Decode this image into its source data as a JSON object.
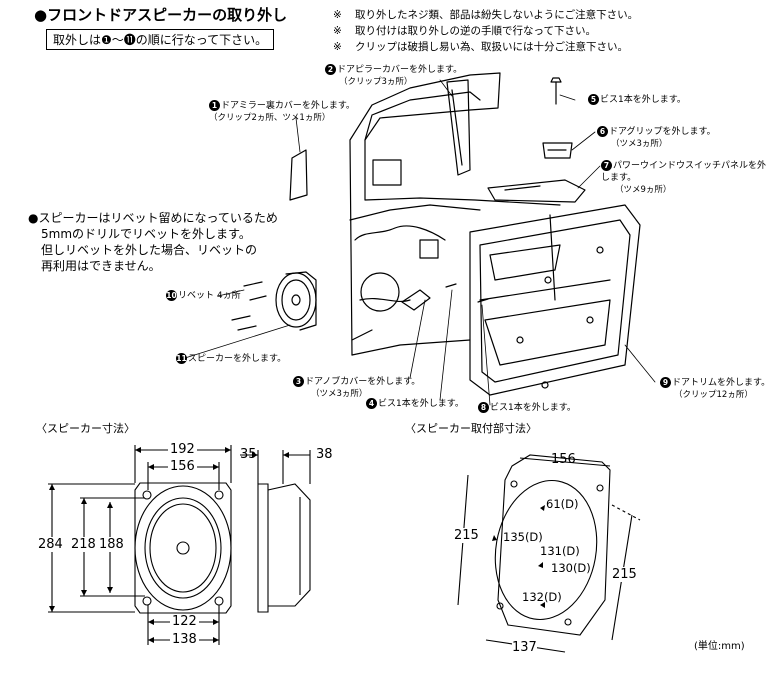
{
  "title": "●フロントドアスピーカーの取り外し",
  "order_note": "取外しは❶～⓫の順に行なって下さい。",
  "notes": [
    {
      "mark": "※",
      "text": "取り外したネジ類、部品は紛失しないようにご注意下さい。"
    },
    {
      "mark": "※",
      "text": "取り付けは取り外しの逆の手順で行なって下さい。"
    },
    {
      "mark": "※",
      "text": "クリップは破損し易い為、取扱いには十分ご注意下さい。"
    }
  ],
  "steps": [
    {
      "num": "1",
      "text": "ドアミラー裏カバーを外します。",
      "sub": "（クリップ2ヵ所、ツメ1ヵ所）"
    },
    {
      "num": "2",
      "text": "ドアピラーカバーを外します。",
      "sub": "（クリップ3ヵ所）"
    },
    {
      "num": "3",
      "text": "ドアノブカバーを外します。",
      "sub": "（ツメ3ヵ所）"
    },
    {
      "num": "4",
      "text": "ビス1本を外します。",
      "sub": ""
    },
    {
      "num": "5",
      "text": "ビス1本を外します。",
      "sub": ""
    },
    {
      "num": "6",
      "text": "ドアグリップを外します。",
      "sub": "（ツメ3ヵ所）"
    },
    {
      "num": "7",
      "text": "パワーウインドウスイッチパネルを外します。",
      "sub": "（ツメ9ヵ所）"
    },
    {
      "num": "8",
      "text": "ビス1本を外します。",
      "sub": ""
    },
    {
      "num": "9",
      "text": "ドアトリムを外します。",
      "sub": "（クリップ12ヵ所）"
    },
    {
      "num": "10",
      "text": "リベット 4ヵ所",
      "sub": ""
    },
    {
      "num": "11",
      "text": "スピーカーを外します。",
      "sub": ""
    }
  ],
  "drill_note": [
    "●スピーカーはリベット留めになっているため",
    "5mmのドリルでリベットを外します。",
    "但しリベットを外した場合、リベットの",
    "再利用はできません。"
  ],
  "speaker_dims": {
    "heading": "〈スピーカー寸法〉",
    "w192": "192",
    "w156": "156",
    "d35": "35",
    "d38": "38",
    "h284": "284",
    "h218": "218",
    "h188": "188",
    "b122": "122",
    "b138": "138"
  },
  "mount_dims": {
    "heading": "〈スピーカー取付部寸法〉",
    "w156": "156",
    "h215l": "215",
    "h215r": "215",
    "w137": "137",
    "a": "61(D)",
    "b": "135(D)",
    "c": "131(D)",
    "d": "130(D)",
    "e": "132(D)"
  },
  "unit": "(単位:mm)"
}
